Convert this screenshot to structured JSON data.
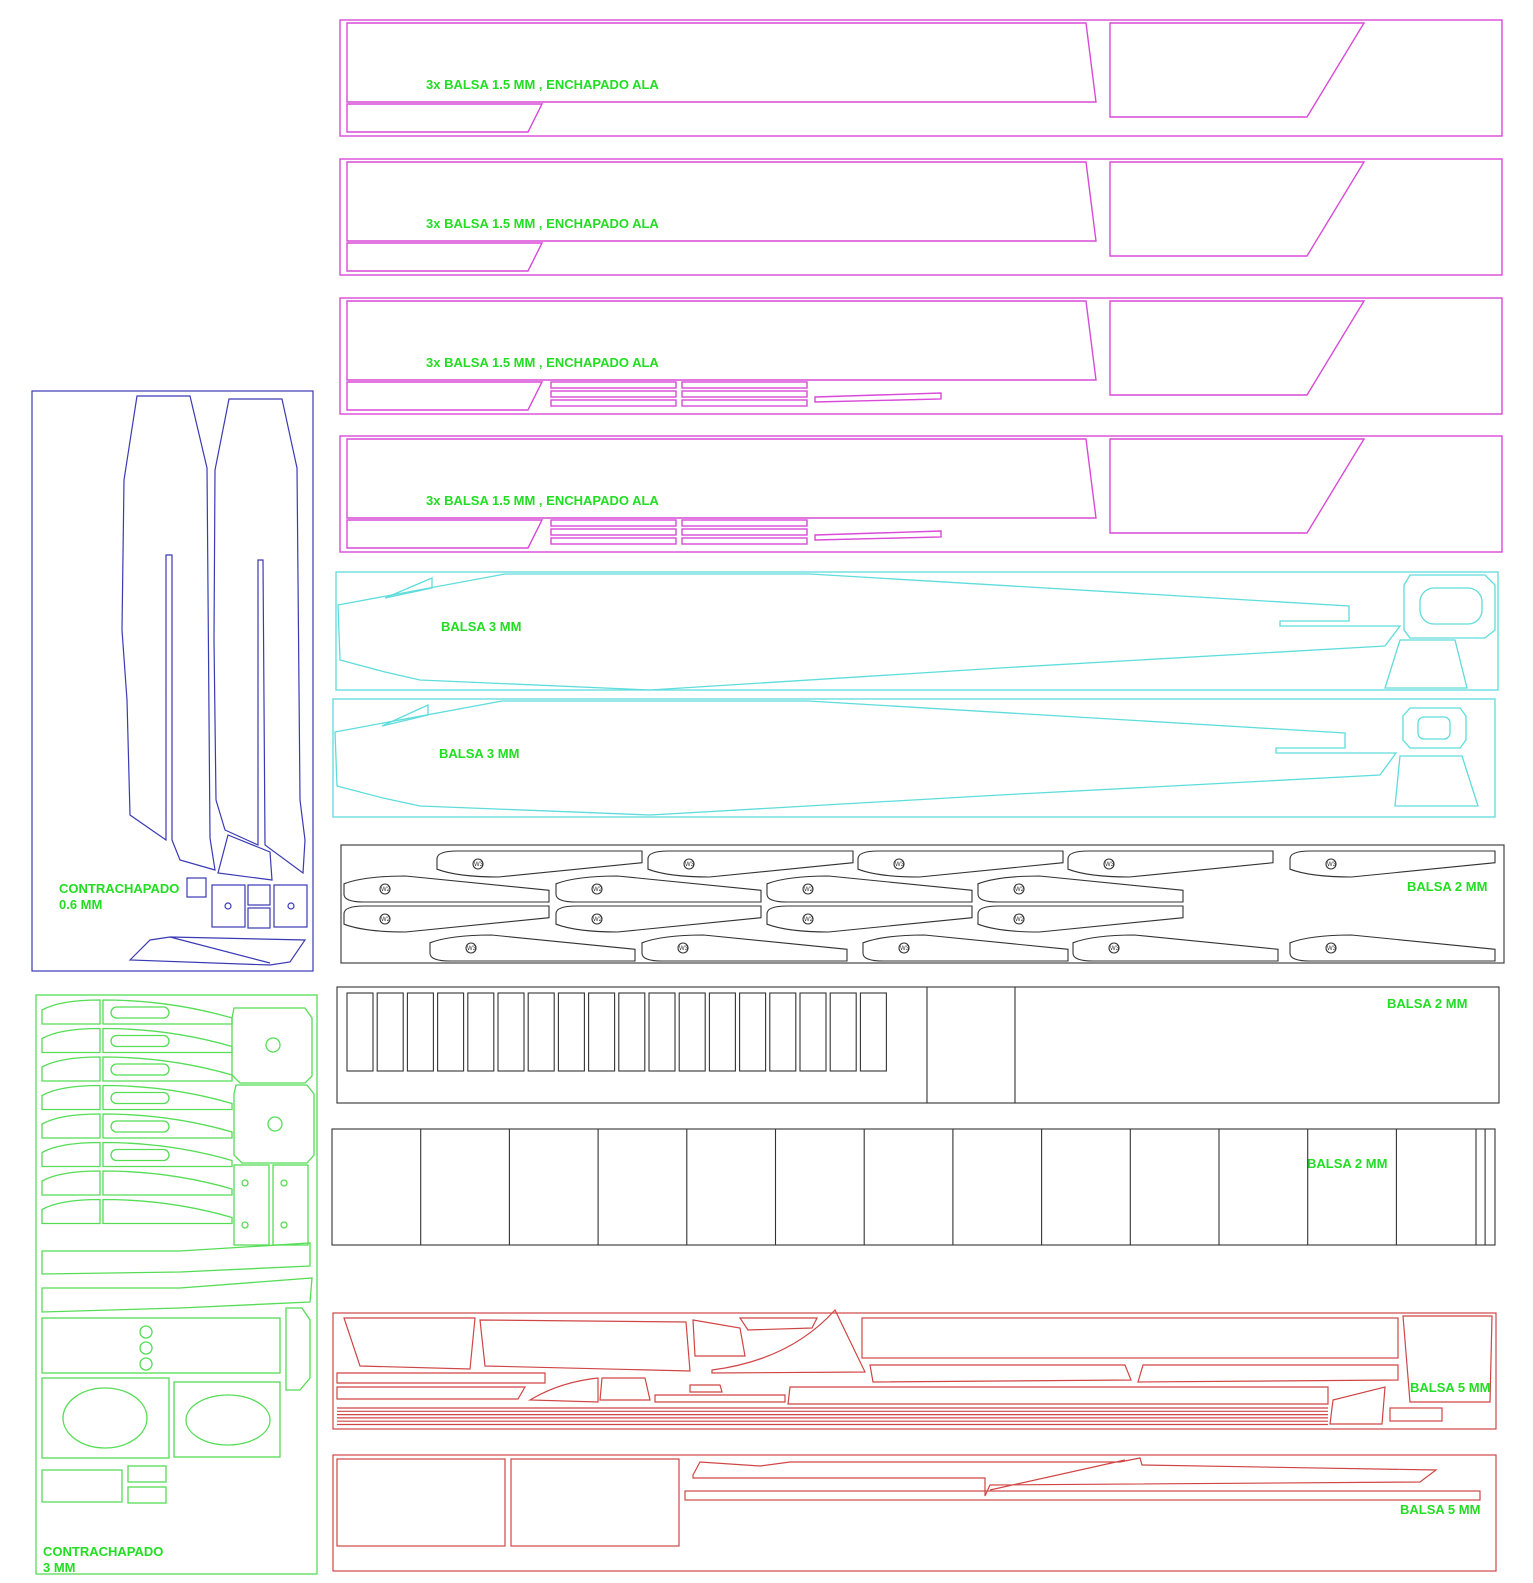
{
  "colors": {
    "magenta": "#d94ad9",
    "cyan": "#5fdcdc",
    "blue": "#3a3ab4",
    "green": "#55dd55",
    "label": "#22dd22",
    "black": "#333333",
    "red": "#d04545"
  },
  "sheets": {
    "veneer": [
      "3x BALSA 1.5 MM , ENCHAPADO ALA",
      "3x BALSA 1.5 MM , ENCHAPADO ALA",
      "3x BALSA 1.5 MM , ENCHAPADO ALA",
      "3x BALSA 1.5 MM , ENCHAPADO ALA"
    ],
    "fuselage": [
      "BALSA 3 MM",
      "BALSA 3 MM"
    ],
    "plywood_thin": {
      "line1": "CONTRACHAPADO",
      "line2": "0.6 MM"
    },
    "ribs": {
      "label": "BALSA 2 MM",
      "tags": [
        "W3",
        "W2"
      ]
    },
    "balsa2_a": "BALSA 2 MM",
    "balsa2_b": "BALSA 2 MM",
    "balsa5_a": "BALSA 5 MM",
    "balsa5_b": "BALSA 5 MM",
    "plywood_thick": {
      "line1": "CONTRACHAPADO",
      "line2": "3 MM"
    }
  }
}
